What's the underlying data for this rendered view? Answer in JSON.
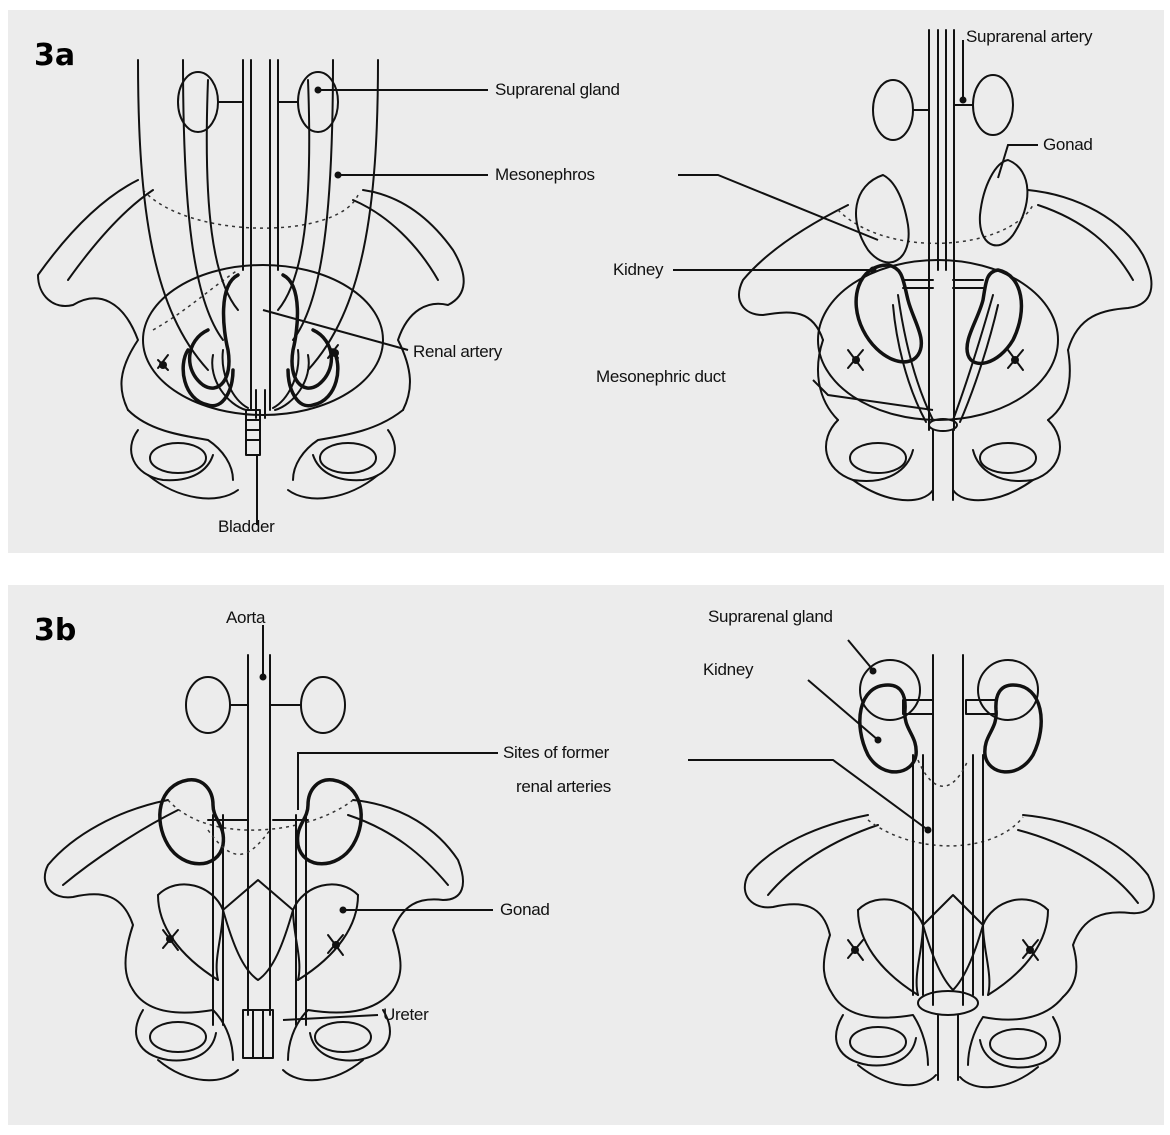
{
  "panels": {
    "a": {
      "label": "3a",
      "left_labels": {
        "suprarenal_gland": "Suprarenal gland",
        "mesonephros": "Mesonephros",
        "renal_artery": "Renal artery",
        "bladder": "Bladder"
      },
      "right_labels": {
        "suprarenal_artery": "Suprarenal artery",
        "gonad": "Gonad",
        "kidney": "Kidney",
        "mesonephric_duct": "Mesonephric duct"
      }
    },
    "b": {
      "label": "3b",
      "left_labels": {
        "aorta": "Aorta",
        "sites_line1": "Sites of former",
        "sites_line2": "renal arteries",
        "gonad": "Gonad",
        "ureter": "Ureter"
      },
      "right_labels": {
        "suprarenal_gland": "Suprarenal gland",
        "kidney": "Kidney"
      }
    }
  },
  "colors": {
    "ink": "#111111",
    "panel_background": "#ececec",
    "page_background": "#ffffff"
  }
}
